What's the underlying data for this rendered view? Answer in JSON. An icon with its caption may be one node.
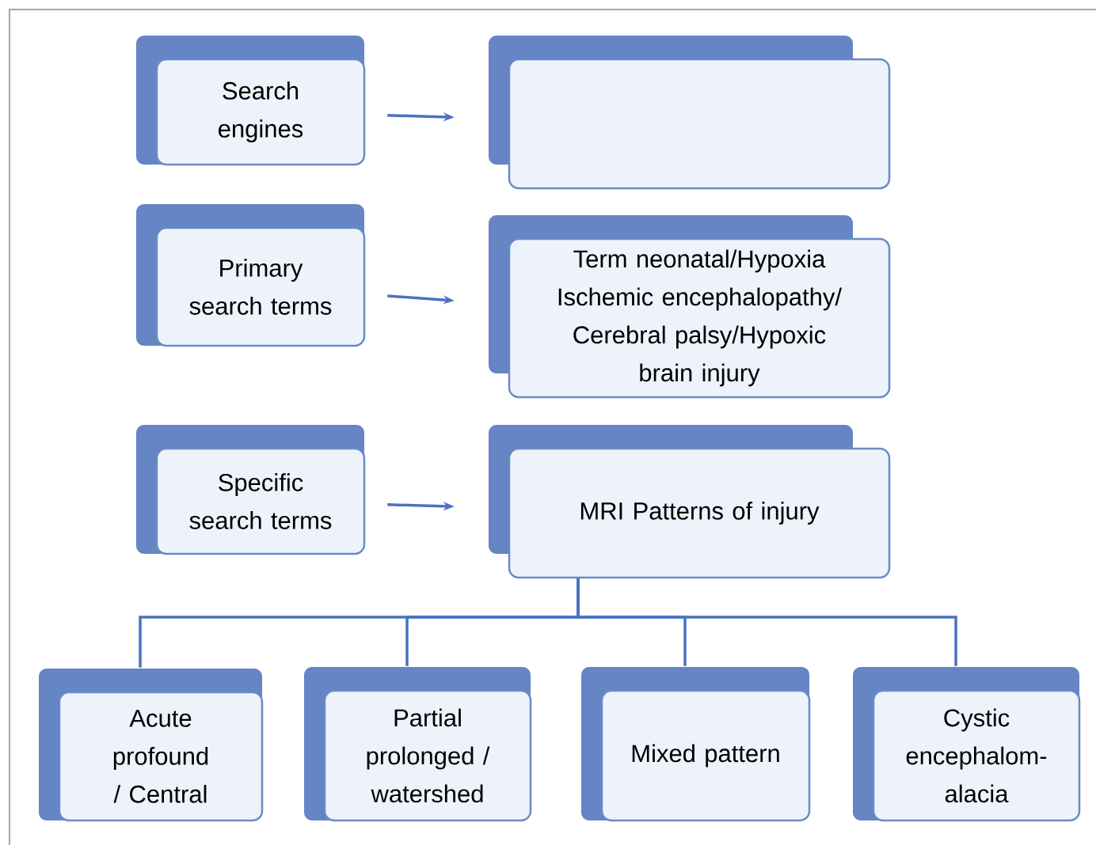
{
  "diagram": {
    "nodes": [
      {
        "text": [
          "Search engines"
        ]
      },
      {
        "text": [],
        "shape": "box"
      },
      {
        "text": [
          "Primary search terms"
        ]
      },
      {
        "text": [
          "Term neonatal/Hypoxia Ischemic encephalopathy/ Cerebral palsy/Hypoxic brain injury"
        ]
      },
      {
        "text": [
          "Specific search terms"
        ]
      },
      {
        "text": [
          "MRI Patterns of injury"
        ]
      },
      {
        "text": [
          "Acute profound / Central"
        ]
      },
      {
        "text": [
          "Partial prolonged / watershed"
        ]
      },
      {
        "text": [
          "Mixed pattern"
        ]
      },
      {
        "text": [
          "Cystic encephalom-alacia"
        ]
      }
    ],
    "edges": [
      {
        "from": 0,
        "to": 1,
        "arrow": "to"
      },
      {
        "from": 2,
        "to": 3,
        "arrow": "to"
      },
      {
        "from": 4,
        "to": 5,
        "arrow": "to"
      },
      {
        "from": 5,
        "to": 6,
        "arrow": "none"
      },
      {
        "from": 5,
        "to": 7,
        "arrow": "none"
      },
      {
        "from": 5,
        "to": 8,
        "arrow": "none"
      },
      {
        "from": 5,
        "to": 9,
        "arrow": "none"
      }
    ]
  }
}
